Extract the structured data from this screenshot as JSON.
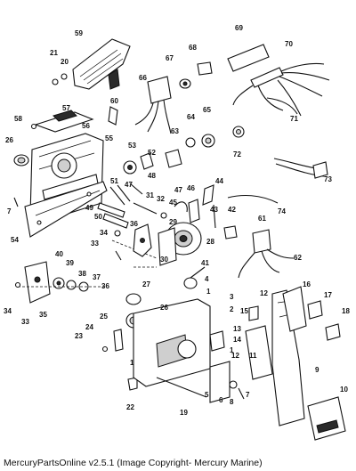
{
  "caption": "MercuryPartsOnline v2.5.1 (Image Copyright- Mercury Marine)",
  "labels": {
    "l1": "1",
    "l2": "2",
    "l3": "3",
    "l4": "4",
    "l5": "5",
    "l6": "6",
    "l7": "7",
    "l8": "8",
    "l9": "9",
    "l10": "10",
    "l11": "11",
    "l12": "12",
    "l13": "13",
    "l14": "14",
    "l15": "15",
    "l16": "16",
    "l17": "17",
    "l18": "18",
    "l19": "19",
    "l20": "20",
    "l21": "21",
    "l22": "22",
    "l23": "23",
    "l24": "24",
    "l25": "25",
    "l26": "26",
    "l27": "27",
    "l28": "28",
    "l29": "29",
    "l30": "30",
    "l31": "31",
    "l32": "32",
    "l33": "33",
    "l34": "34",
    "l35": "35",
    "l36": "36",
    "l37": "37",
    "l38": "38",
    "l39": "39",
    "l40": "40",
    "l41": "41",
    "l42": "42",
    "l43": "43",
    "l44": "44",
    "l45": "45",
    "l46": "46",
    "l47": "47",
    "l48": "48",
    "l49": "49",
    "l50": "50",
    "l51": "51",
    "l52": "52",
    "l53": "53",
    "l54": "54",
    "l55": "55",
    "l56": "56",
    "l57": "57",
    "l58": "58",
    "l59": "59",
    "l60": "60",
    "l61": "61",
    "l62": "62",
    "l63": "63",
    "l64": "64",
    "l65": "65",
    "l66": "66",
    "l67": "67",
    "l68": "68",
    "l69": "69",
    "l70": "70",
    "l71": "71",
    "l72": "72",
    "l73": "73",
    "l74": "74"
  },
  "colors": {
    "ink": "#111111",
    "paper": "#ffffff"
  }
}
